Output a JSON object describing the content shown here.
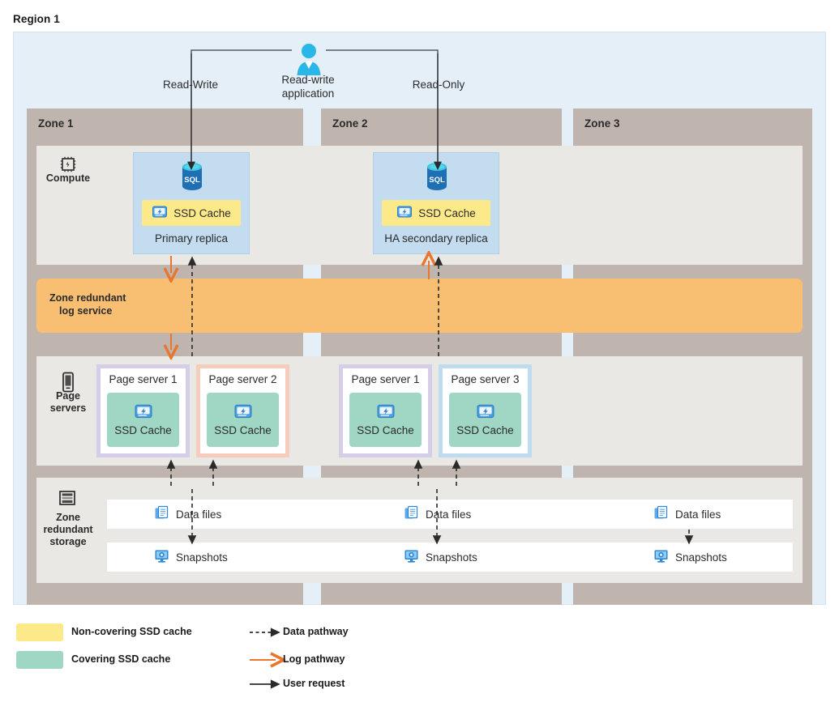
{
  "region": {
    "title": "Region 1"
  },
  "application": {
    "icon": "person-icon",
    "label": "Read-write application",
    "label_line1": "Read-write",
    "label_line2": "application",
    "links": [
      {
        "name": "read-write",
        "label": "Read-Write"
      },
      {
        "name": "read-only",
        "label": "Read-Only"
      }
    ]
  },
  "zones": [
    {
      "label": "Zone 1"
    },
    {
      "label": "Zone 2"
    },
    {
      "label": "Zone 3"
    }
  ],
  "rows": {
    "compute": {
      "label": "Compute",
      "icon": "cpu-chip-icon"
    },
    "page_servers": {
      "label_line1": "Page",
      "label_line2": "servers",
      "label": "Page servers",
      "icon": "server-device-icon"
    },
    "storage": {
      "label_line1": "Zone",
      "label_line2": "redundant",
      "label_line3": "storage",
      "label": "Zone redundant storage",
      "icon": "storage-stack-icon"
    }
  },
  "compute": {
    "replicas": [
      {
        "name": "primary-replica",
        "zone": "Zone 1",
        "sql_icon": "sql-database-icon",
        "cache_label": "SSD Cache",
        "cache_type": "non-covering",
        "title": "Primary replica"
      },
      {
        "name": "ha-secondary-replica",
        "zone": "Zone 2",
        "sql_icon": "sql-database-icon",
        "cache_label": "SSD Cache",
        "cache_type": "non-covering",
        "title": "HA secondary replica"
      }
    ]
  },
  "log_service": {
    "label": "Zone redundant log service",
    "label_line1": "Zone redundant",
    "label_line2": "log service"
  },
  "page_servers": [
    {
      "name": "page-server-1-zone1",
      "title": "Page server 1",
      "cache_label": "SSD Cache",
      "cache_icon": "ssd-drive-icon",
      "border_tone": "lavender"
    },
    {
      "name": "page-server-2-zone1",
      "title": "Page server 2",
      "cache_label": "SSD Cache",
      "cache_icon": "ssd-drive-icon",
      "border_tone": "peach"
    },
    {
      "name": "page-server-1-zone2",
      "title": "Page server 1",
      "cache_label": "SSD Cache",
      "cache_icon": "ssd-drive-icon",
      "border_tone": "lavender"
    },
    {
      "name": "page-server-3-zone2",
      "title": "Page server 3",
      "cache_label": "SSD Cache",
      "cache_icon": "ssd-drive-icon",
      "border_tone": "blue"
    }
  ],
  "storage": {
    "data_files": {
      "label": "Data files",
      "icon": "documents-icon",
      "count": 3
    },
    "snapshots": {
      "label": "Snapshots",
      "icon": "snapshot-monitor-icon",
      "count": 3
    }
  },
  "legend": {
    "swatches": [
      {
        "name": "non-covering-ssd-cache",
        "label": "Non-covering SSD cache",
        "color": "#fbe98a"
      },
      {
        "name": "covering-ssd-cache",
        "label": "Covering SSD cache",
        "color": "#9fd6c4"
      }
    ],
    "lines": [
      {
        "name": "data-pathway",
        "label": "Data pathway",
        "style": "dashed",
        "color": "#2b2b2b"
      },
      {
        "name": "log-pathway",
        "label": "Log pathway",
        "style": "solid",
        "color": "#e8762c"
      },
      {
        "name": "user-request",
        "label": "User request",
        "style": "solid",
        "color": "#2b2b2b"
      }
    ]
  },
  "colors": {
    "region_bg": "#e4eff8",
    "zone_bar": "#bfb5ae",
    "row_panel": "#e9e8e4",
    "replica_bg": "#c3dcef",
    "non_covering_cache": "#fbe98a",
    "covering_cache": "#9fd6c4",
    "log_band": "#f8bf72",
    "log_arrow": "#e8762c",
    "data_arrow": "#2b2b2b"
  }
}
